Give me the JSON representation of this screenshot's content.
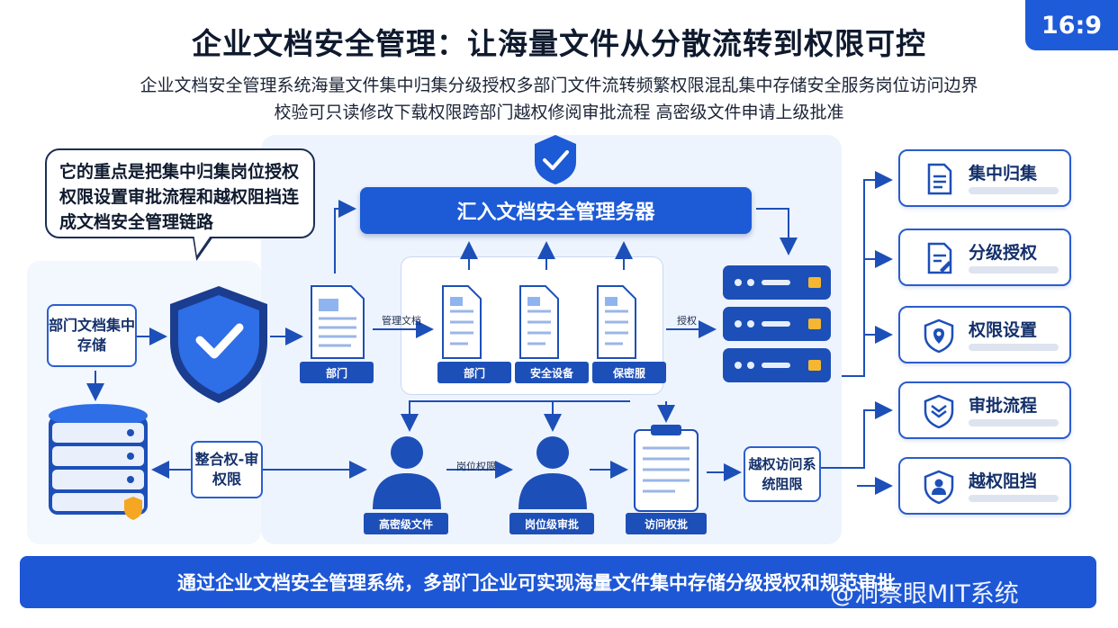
{
  "header": {
    "title": "企业文档安全管理：让海量文件从分散流转到权限可控",
    "ratio_badge": "16:9",
    "subtitle_line1": "企业文档安全管理系统海量文件集中归集分级授权多部门文件流转频繁权限混乱集中存储安全服务岗位访问边界",
    "subtitle_line2": "校验可只读修改下载权限跨部门越权修阅审批流程 高密级文件申请上级批准"
  },
  "callout": {
    "text": "它的重点是把集中归集岗位授权权限设置审批流程和越权阻挡连成文档安全管理链路"
  },
  "left": {
    "source_box": "部门文档集中存储",
    "review_box": "整合权-审权限"
  },
  "center": {
    "server_bar": "汇入文档安全管理务器",
    "doc_main_tag": "部门",
    "doc_flow_label": "管理文档",
    "inner_docs": [
      "部门",
      "安全设备",
      "保密服"
    ],
    "server_flow_label": "授权",
    "role_label": "岗位权限",
    "people": [
      "高密级文件",
      "岗位级审批"
    ],
    "clipboard_tag": "访问权批",
    "access_box": "越权访问系统阻限"
  },
  "right_cards": [
    {
      "label": "集中归集",
      "icon": "document-icon"
    },
    {
      "label": "分级授权",
      "icon": "document-edit-icon"
    },
    {
      "label": "权限设置",
      "icon": "shield-location-icon"
    },
    {
      "label": "审批流程",
      "icon": "shield-layers-icon"
    },
    {
      "label": "越权阻挡",
      "icon": "shield-user-icon"
    }
  ],
  "footer": {
    "text": "通过企业文档安全管理系统，多部门企业可实现海量文件集中存储分级授权和规范审批",
    "watermark": "@洞察眼MIT系统"
  },
  "colors": {
    "primary": "#1d5ad6",
    "dark": "#14306b",
    "panel": "#eef4fd",
    "accent_orange": "#f5a623"
  }
}
